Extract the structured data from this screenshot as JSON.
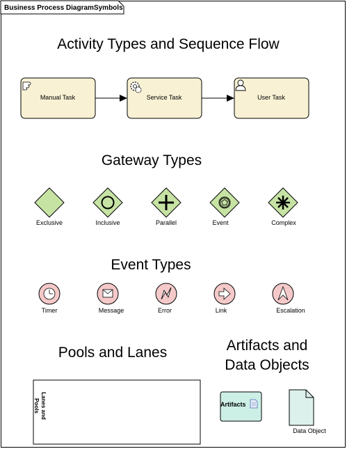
{
  "diagram": {
    "title": "Business Process DiagramSymbols",
    "sections": {
      "activities": "Activity Types and Sequence Flow",
      "gateways": "Gateway Types",
      "events": "Event Types",
      "pools": "Pools and Lanes",
      "artifacts_line1": "Artifacts and",
      "artifacts_line2": "Data Objects"
    },
    "tasks": [
      "Manual Task",
      "Service Task",
      "User Task"
    ],
    "gateways": [
      "Exclusive",
      "Inclusive",
      "Parallel",
      "Event",
      "Complex"
    ],
    "events": [
      "Timer",
      "Message",
      "Error",
      "Link",
      "Escalation"
    ],
    "pool_label_line1": "Lanes and",
    "pool_label_line2": "Pools",
    "artifact_label": "Artifacts",
    "data_object_label": "Data Object"
  }
}
